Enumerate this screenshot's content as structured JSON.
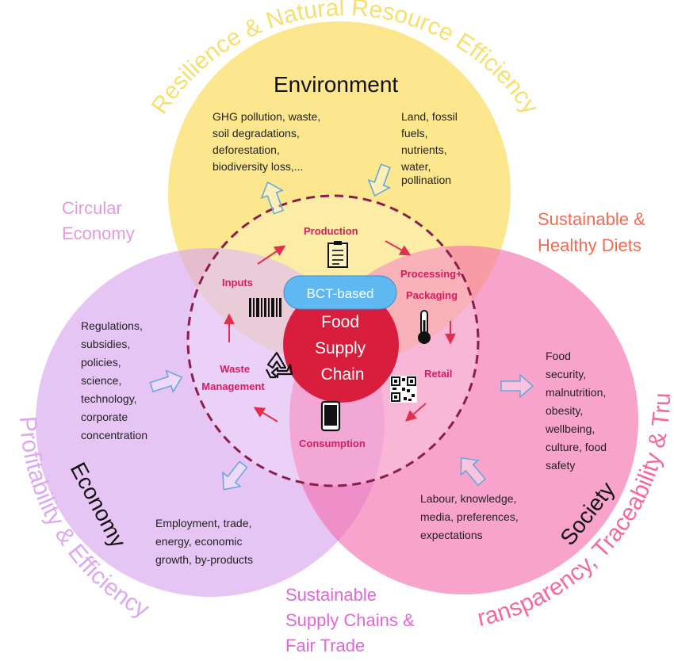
{
  "arc_labels": {
    "top": "Resilience & Natural Resource Efficiency",
    "left": "Profitability & Efficiency",
    "right": "Transparency, Traceability & Trust"
  },
  "side_labels": {
    "circular_economy": [
      "Circular",
      "Economy"
    ],
    "sustainable_diets": [
      "Sustainable &",
      "Healthy Diets"
    ],
    "supply_chains": [
      "Sustainable",
      "Supply Chains &",
      "Fair Trade"
    ]
  },
  "circles": {
    "environment": {
      "title": "Environment",
      "impacts": [
        "GHG pollution, waste,",
        "soil degradations,",
        "deforestation,",
        "biodiversity loss,..."
      ],
      "resources": [
        "Land, fossil",
        "fuels,",
        "nutrients,",
        "water,",
        "pollination"
      ],
      "color": "#fbe37a"
    },
    "economy": {
      "title": "Economy",
      "inputs": [
        "Regulations,",
        "subsidies,",
        "policies,",
        "science,",
        "technology,",
        "corporate",
        "concentration"
      ],
      "outputs": [
        "Employment, trade,",
        "energy, economic",
        "growth, by-products"
      ],
      "color": "#d9a6ef"
    },
    "society": {
      "title": "Society",
      "outputs": [
        "Food",
        "security,",
        "malnutrition,",
        "obesity,",
        "wellbeing,",
        "culture, food",
        "safety"
      ],
      "inputs": [
        "Labour, knowledge,",
        "media, preferences,",
        "expectations"
      ],
      "color": "#f787b8"
    }
  },
  "stages": {
    "production": "Production",
    "processing": [
      "Processing+",
      "Packaging"
    ],
    "retail": "Retail",
    "consumption": "Consumption",
    "waste": [
      "Waste",
      "Management"
    ],
    "inputs": "Inputs"
  },
  "center": {
    "badge": "BCT-based",
    "title": [
      "Food",
      "Supply",
      "Chain"
    ],
    "badge_color": "#5fb8f0",
    "core_color": "#d81e3c"
  },
  "icons": [
    "clipboard-icon",
    "thermometer-icon",
    "qr-code-icon",
    "smartphone-icon",
    "recycle-icon",
    "barcode-icon"
  ]
}
